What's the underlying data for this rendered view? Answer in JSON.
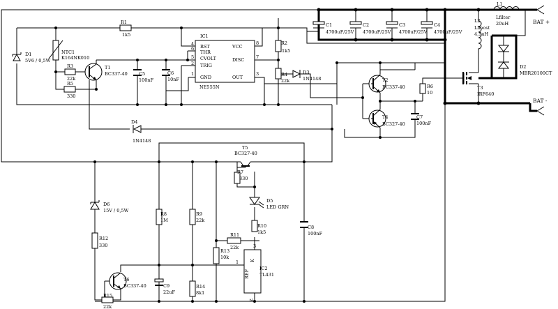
{
  "terminals": {
    "bat_plus": "BAT +",
    "bat_minus": "BAT -"
  },
  "components": {
    "C1": {
      "ref": "C1",
      "value": "4700uF/25V"
    },
    "C2": {
      "ref": "C2",
      "value": "4700uF/25V"
    },
    "C3": {
      "ref": "C3",
      "value": "4700uF/25V"
    },
    "C4": {
      "ref": "C4",
      "value": "4700uF/25V"
    },
    "L1": {
      "ref": "L1",
      "value": "Lfilter",
      "value2": "20uH"
    },
    "L2": {
      "ref": "L2",
      "value": "Lboost",
      "value2": "4,5uH"
    },
    "D1": {
      "ref": "D1",
      "value": "5V6 / 0,5W"
    },
    "D2": {
      "ref": "D2",
      "value": "MBR20100CT"
    },
    "D3": {
      "ref": "D3",
      "value": "1N4148"
    },
    "D4": {
      "ref": "D4",
      "value": "1N4148"
    },
    "D5": {
      "ref": "D5",
      "value": "LED GRN"
    },
    "D6": {
      "ref": "D6",
      "value": "15V / 0,5W"
    },
    "NTC1": {
      "ref": "NTC1",
      "value": "K164NK010"
    },
    "R1": {
      "ref": "R1",
      "value": "1k5"
    },
    "R2": {
      "ref": "R2",
      "value": "1k5"
    },
    "R3": {
      "ref": "R3",
      "value": "22k"
    },
    "R4": {
      "ref": "R4",
      "value": "22k"
    },
    "R5": {
      "ref": "R5",
      "value": "330"
    },
    "R6": {
      "ref": "R6",
      "value": "10"
    },
    "R7": {
      "ref": "R7",
      "value": "330"
    },
    "R8": {
      "ref": "R8",
      "value": "1M"
    },
    "R9": {
      "ref": "R9",
      "value": "22k"
    },
    "R10": {
      "ref": "R10",
      "value": "1k5"
    },
    "R11": {
      "ref": "R11",
      "value": "22k"
    },
    "R12": {
      "ref": "R12",
      "value": "330"
    },
    "R13": {
      "ref": "R13",
      "value": "10k"
    },
    "R14": {
      "ref": "R14",
      "value": "8k1"
    },
    "R15": {
      "ref": "R15",
      "value": "22k"
    },
    "C5": {
      "ref": "C5",
      "value": "100nF"
    },
    "C6": {
      "ref": "C6",
      "value": "10nF"
    },
    "C7": {
      "ref": "C7",
      "value": "100nF"
    },
    "C8": {
      "ref": "C8",
      "value": "100nF"
    },
    "C9": {
      "ref": "C9",
      "value": "22uF"
    },
    "T1": {
      "ref": "T1",
      "value": "BC337-40"
    },
    "T2": {
      "ref": "T2",
      "value": "BC337-40"
    },
    "T3": {
      "ref": "T3",
      "value": "IRF640"
    },
    "T4": {
      "ref": "T4",
      "value": "BC327-40"
    },
    "T5": {
      "ref": "T5",
      "value": "BC327-40"
    },
    "T6": {
      "ref": "T6",
      "value": "BC337-40"
    },
    "IC1": {
      "ref": "IC1",
      "value": "NE555N",
      "pins": {
        "rst": "RST",
        "thr": "THR",
        "cvolt": "CVOLT",
        "trig": "TRIG",
        "gnd": "GND",
        "vcc": "VCC",
        "disc": "DISC",
        "out": "OUT"
      },
      "pin_numbers": {
        "rst": "4",
        "thr": "6",
        "cvolt": "5",
        "trig": "2",
        "gnd": "1",
        "vcc": "8",
        "disc": "7",
        "out": "3"
      }
    },
    "IC2": {
      "ref": "IC2",
      "value": "TL431",
      "pins": {
        "ref": "REF",
        "k": "K"
      },
      "pin_numbers": {
        "ref": "1",
        "k": "3",
        "a": "2"
      }
    }
  }
}
